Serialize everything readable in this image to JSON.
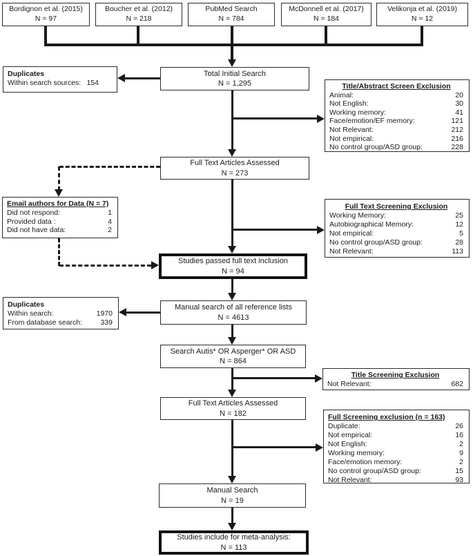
{
  "colors": {
    "ink": "#1a1a1a",
    "background": "#ffffff"
  },
  "sources": [
    {
      "name": "Bordignon et al. (2015)",
      "n": "N = 97"
    },
    {
      "name": "Boucher et al. (2012)",
      "n": "N = 218"
    },
    {
      "name": "PubMed Search",
      "n": "N = 784"
    },
    {
      "name": "McDonnell et al. (2017)",
      "n": "N = 184"
    },
    {
      "name": "Velikonja et al. (2019)",
      "n": "N = 12"
    }
  ],
  "main_flow": {
    "total_initial_search": {
      "title": "Total Initial Search",
      "n": "N = 1,295"
    },
    "full_text_assessed_1": {
      "title": "Full Text Articles Assessed",
      "n": "N = 273"
    },
    "studies_passed": {
      "title": "Studies passed full text inclusion",
      "n": "N = 94"
    },
    "manual_reference_search": {
      "title": "Manual search of all reference lists",
      "n": "N = 4613"
    },
    "autism_search": {
      "title": "Search Autis* OR Asperger* OR ASD",
      "n": "N = 864"
    },
    "full_text_assessed_2": {
      "title": "Full Text Articles Assessed",
      "n": "N = 182"
    },
    "manual_search": {
      "title": "Manual Search",
      "n": "N = 19"
    },
    "included": {
      "title": "Studies include for meta-analysis:",
      "n": "N = 113"
    }
  },
  "left_boxes": {
    "duplicates_1": {
      "title": "Duplicates",
      "items": [
        {
          "label": "Within search sources:",
          "value": "154"
        }
      ]
    },
    "email_authors": {
      "title": "Email authors for Data (N = 7)",
      "items": [
        {
          "label": "Did not respond:",
          "value": "1"
        },
        {
          "label": "Provided data :",
          "value": "4"
        },
        {
          "label": "Did not have data:",
          "value": "2"
        }
      ]
    },
    "duplicates_2": {
      "title": "Duplicates",
      "items": [
        {
          "label": "Within search:",
          "value": "1970"
        },
        {
          "label": "From database search:",
          "value": "339"
        }
      ]
    }
  },
  "right_boxes": {
    "title_abstract_exclusion": {
      "title": "Title/Abstract Screen Exclusion",
      "items": [
        {
          "label": "Animal:",
          "value": "20"
        },
        {
          "label": "Not English:",
          "value": "30"
        },
        {
          "label": "Working memory:",
          "value": "41"
        },
        {
          "label": "Face/emotion/EF memory:",
          "value": "121"
        },
        {
          "label": "Not Relevant:",
          "value": "212"
        },
        {
          "label": "Not empirical:",
          "value": "216"
        },
        {
          "label": "No control group/ASD group:",
          "value": "228"
        }
      ]
    },
    "full_text_exclusion": {
      "title": "Full Text Screening Exclusion",
      "items": [
        {
          "label": "Working Memory:",
          "value": "25"
        },
        {
          "label": "Autobiographical Memory:",
          "value": "12"
        },
        {
          "label": "Not empirical:",
          "value": "5"
        },
        {
          "label": "No control group/ASD group:",
          "value": "28"
        },
        {
          "label": "Not Relevant:",
          "value": "113"
        }
      ]
    },
    "title_screening_exclusion": {
      "title": "Title Screening Exclusion",
      "items": [
        {
          "label": "Not Relevant:",
          "value": "682"
        }
      ]
    },
    "full_screening_exclusion": {
      "title": "Full Screening exclusion (n = 163)",
      "items": [
        {
          "label": "Duplicate:",
          "value": "26"
        },
        {
          "label": "Not empirical:",
          "value": "16"
        },
        {
          "label": "Not English:",
          "value": "2"
        },
        {
          "label": "Working memory:",
          "value": "9"
        },
        {
          "label": "Face/emotion memory:",
          "value": "2"
        },
        {
          "label": "No control group/ASD group:",
          "value": "15"
        },
        {
          "label": "Not Relevant:",
          "value": "93"
        }
      ]
    }
  }
}
